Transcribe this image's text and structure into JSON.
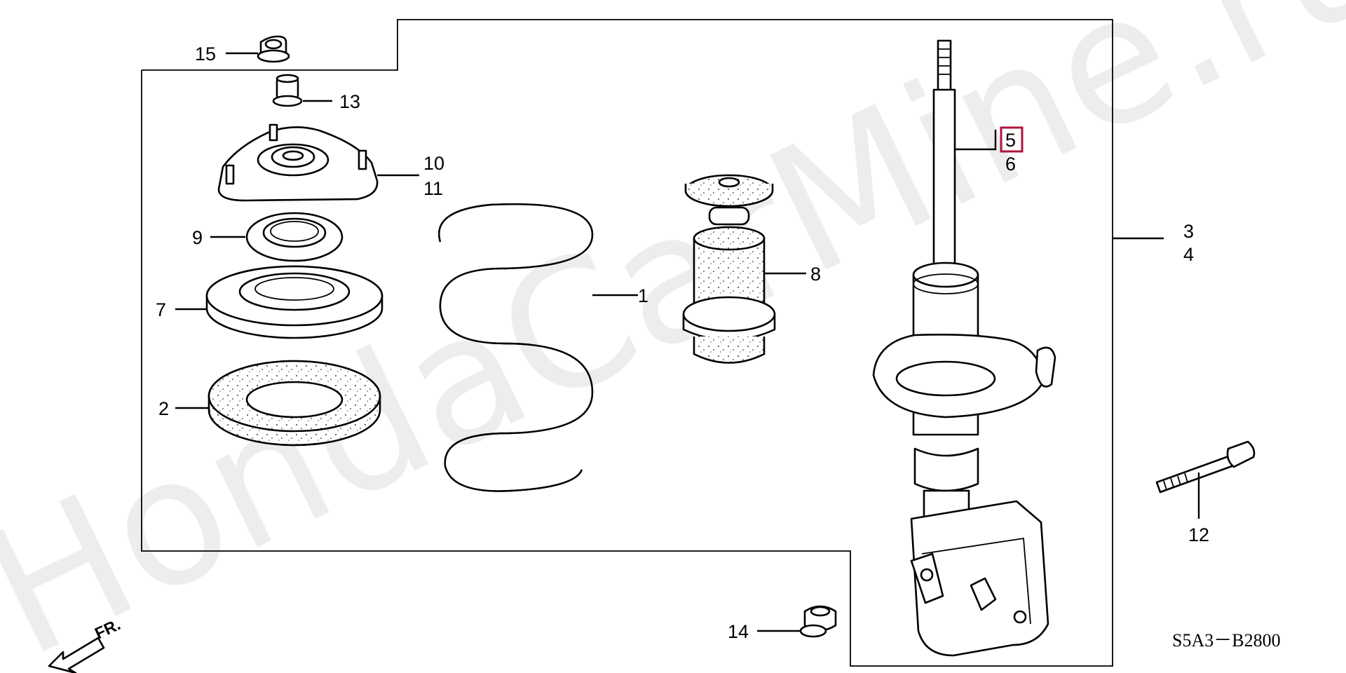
{
  "watermark": "HondaCarMine.ru",
  "diagram_code": "S5A3－B2800",
  "direction_label": "FR.",
  "highlight_color": "#b0143c",
  "callouts": {
    "c1": "1",
    "c2": "2",
    "c3": "3",
    "c4": "4",
    "c5": "5",
    "c6": "6",
    "c7": "7",
    "c8": "8",
    "c9": "9",
    "c10": "10",
    "c11": "11",
    "c12": "12",
    "c13": "13",
    "c14": "14",
    "c15": "15"
  }
}
